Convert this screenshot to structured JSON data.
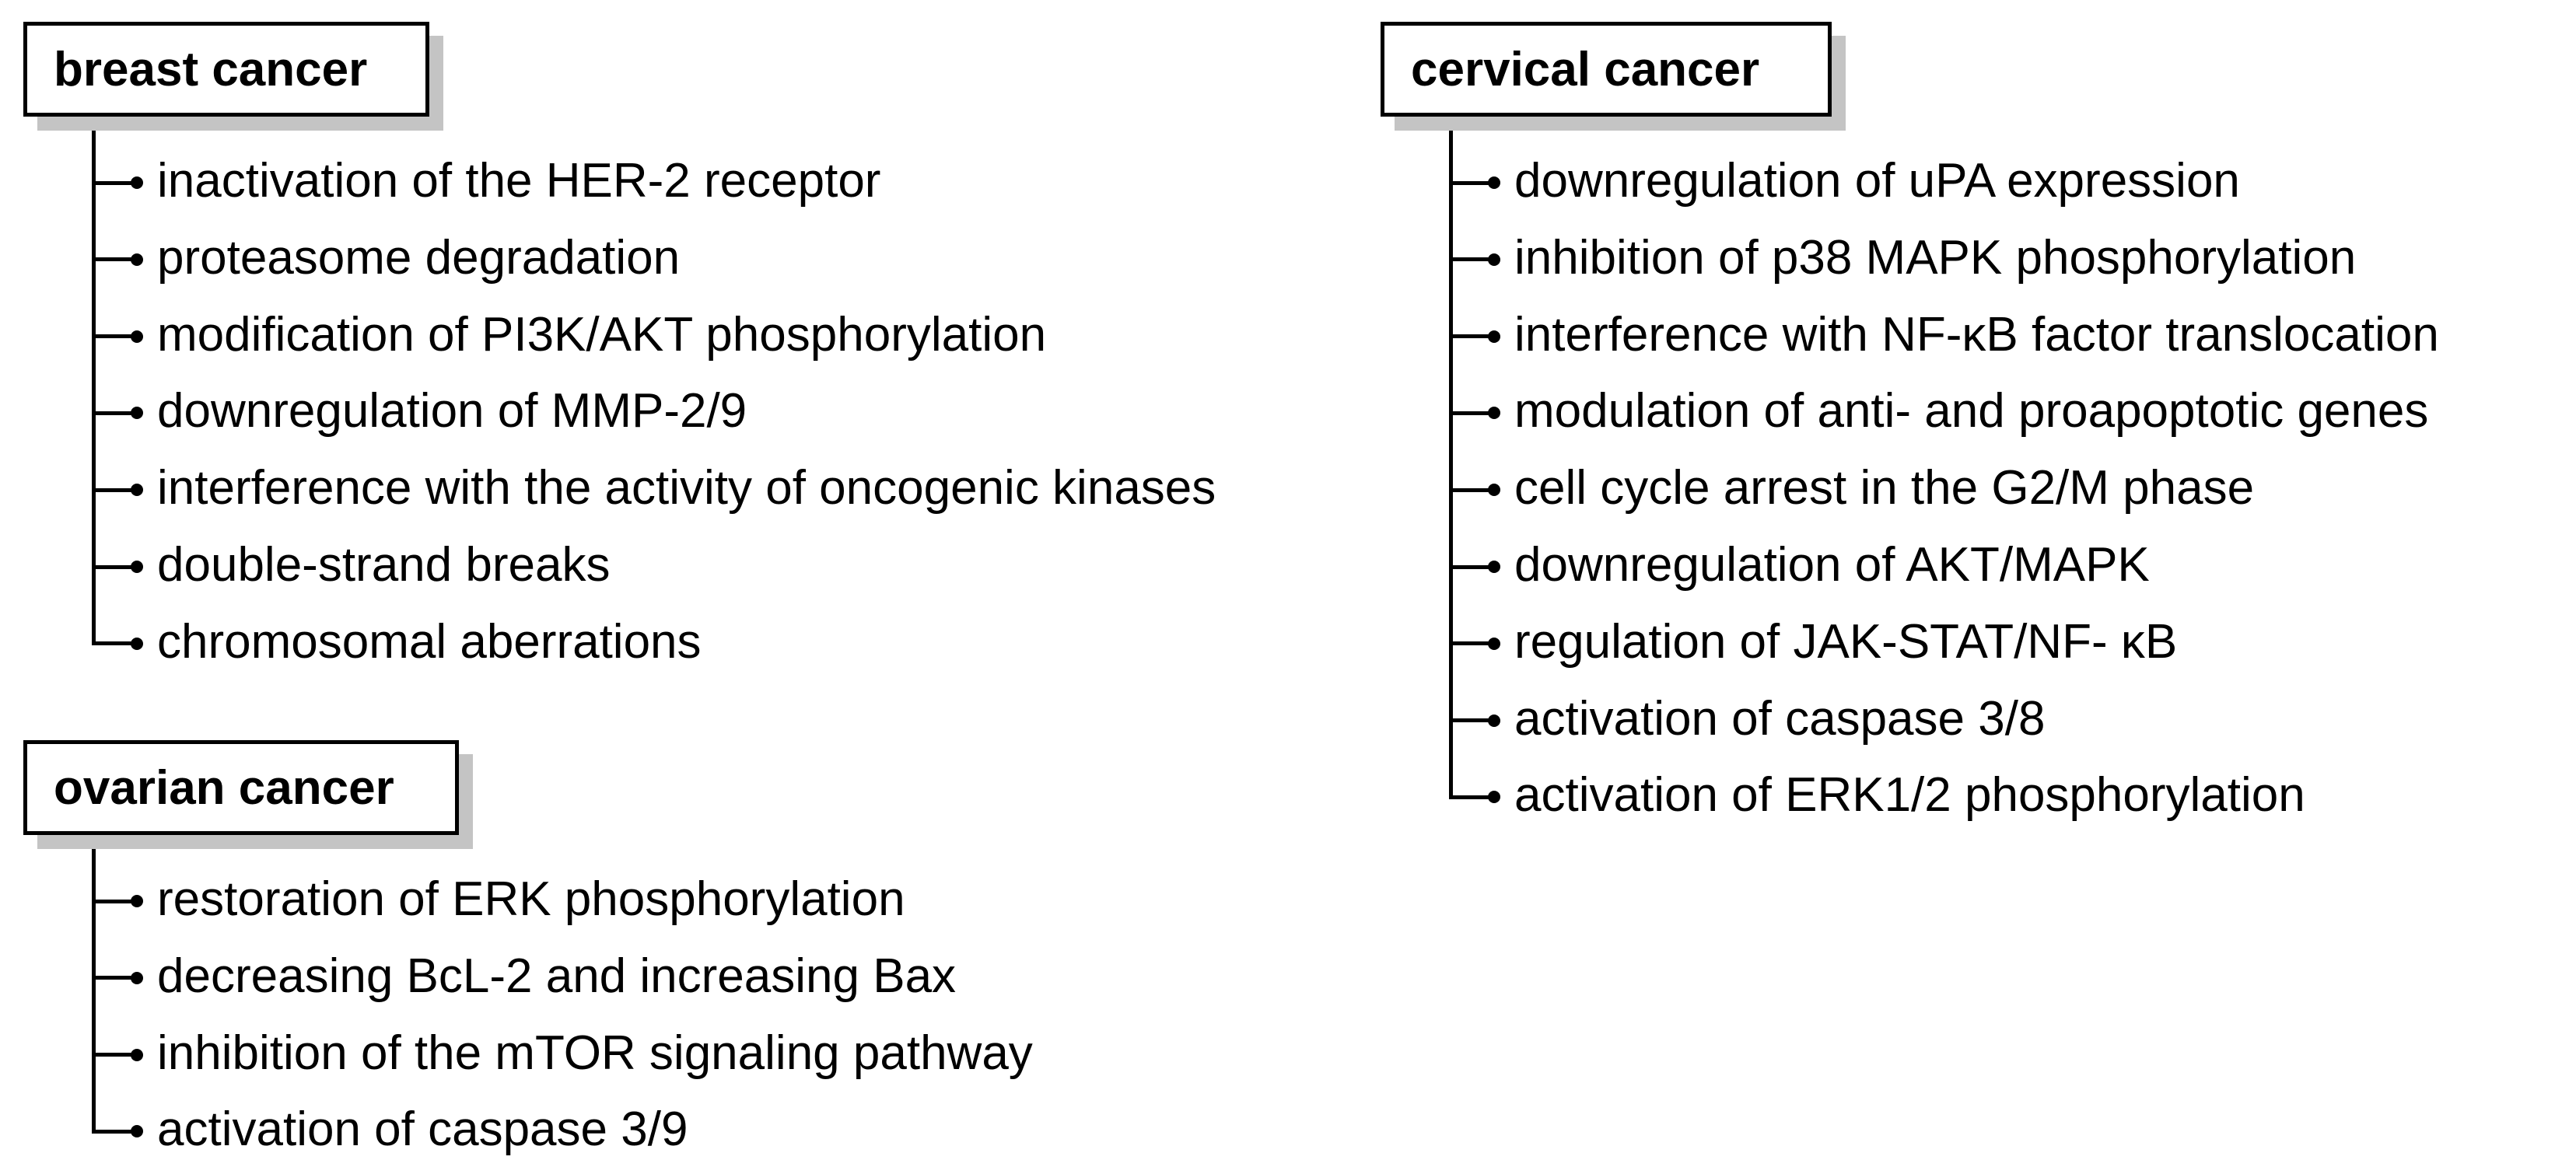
{
  "groups": [
    {
      "id": "breast",
      "title": "breast cancer",
      "items": [
        "inactivation of the HER-2 receptor",
        "proteasome degradation",
        "modification of PI3K/AKT phosphorylation",
        "downregulation of MMP-2/9",
        "interference with the activity of oncogenic kinases",
        "double-strand breaks",
        "chromosomal aberrations"
      ]
    },
    {
      "id": "ovarian",
      "title": "ovarian cancer",
      "items": [
        "restoration of ERK phosphorylation",
        "decreasing BcL-2 and increasing Bax",
        "inhibition of the mTOR signaling pathway",
        "activation of caspase 3/9"
      ]
    },
    {
      "id": "cervical",
      "title": "cervical cancer",
      "items": [
        "downregulation of uPA expression",
        "inhibition of p38 MAPK phosphorylation",
        "interference with NF-κB factor translocation",
        "modulation of anti- and proapoptotic genes",
        "cell cycle arrest in the G2/M phase",
        "downregulation of AKT/MAPK",
        "regulation of JAK-STAT/NF- κB",
        "activation of caspase 3/8",
        "activation of ERK1/2 phosphorylation"
      ]
    }
  ]
}
